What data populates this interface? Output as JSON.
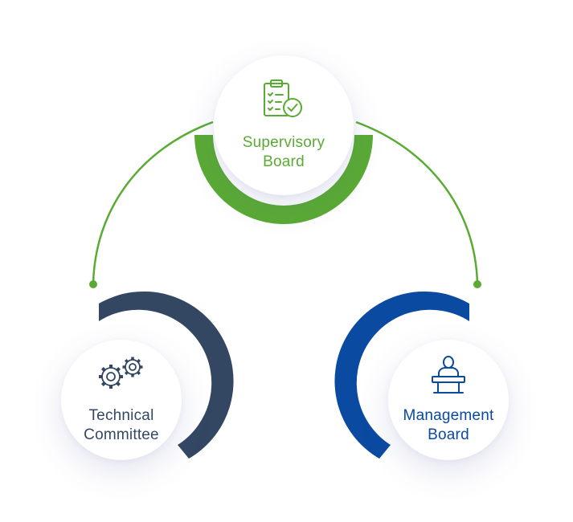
{
  "colors": {
    "supervisory": "#5aab34",
    "technical": "#334763",
    "management": "#0a4aa0"
  },
  "nodes": {
    "supervisory": {
      "line1": "Supervisory",
      "line2": "Board",
      "icon": "clipboard-check-icon"
    },
    "technical": {
      "line1": "Technical",
      "line2": "Committee",
      "icon": "gears-icon"
    },
    "management": {
      "line1": "Management",
      "line2": "Board",
      "icon": "speaker-podium-icon"
    }
  }
}
